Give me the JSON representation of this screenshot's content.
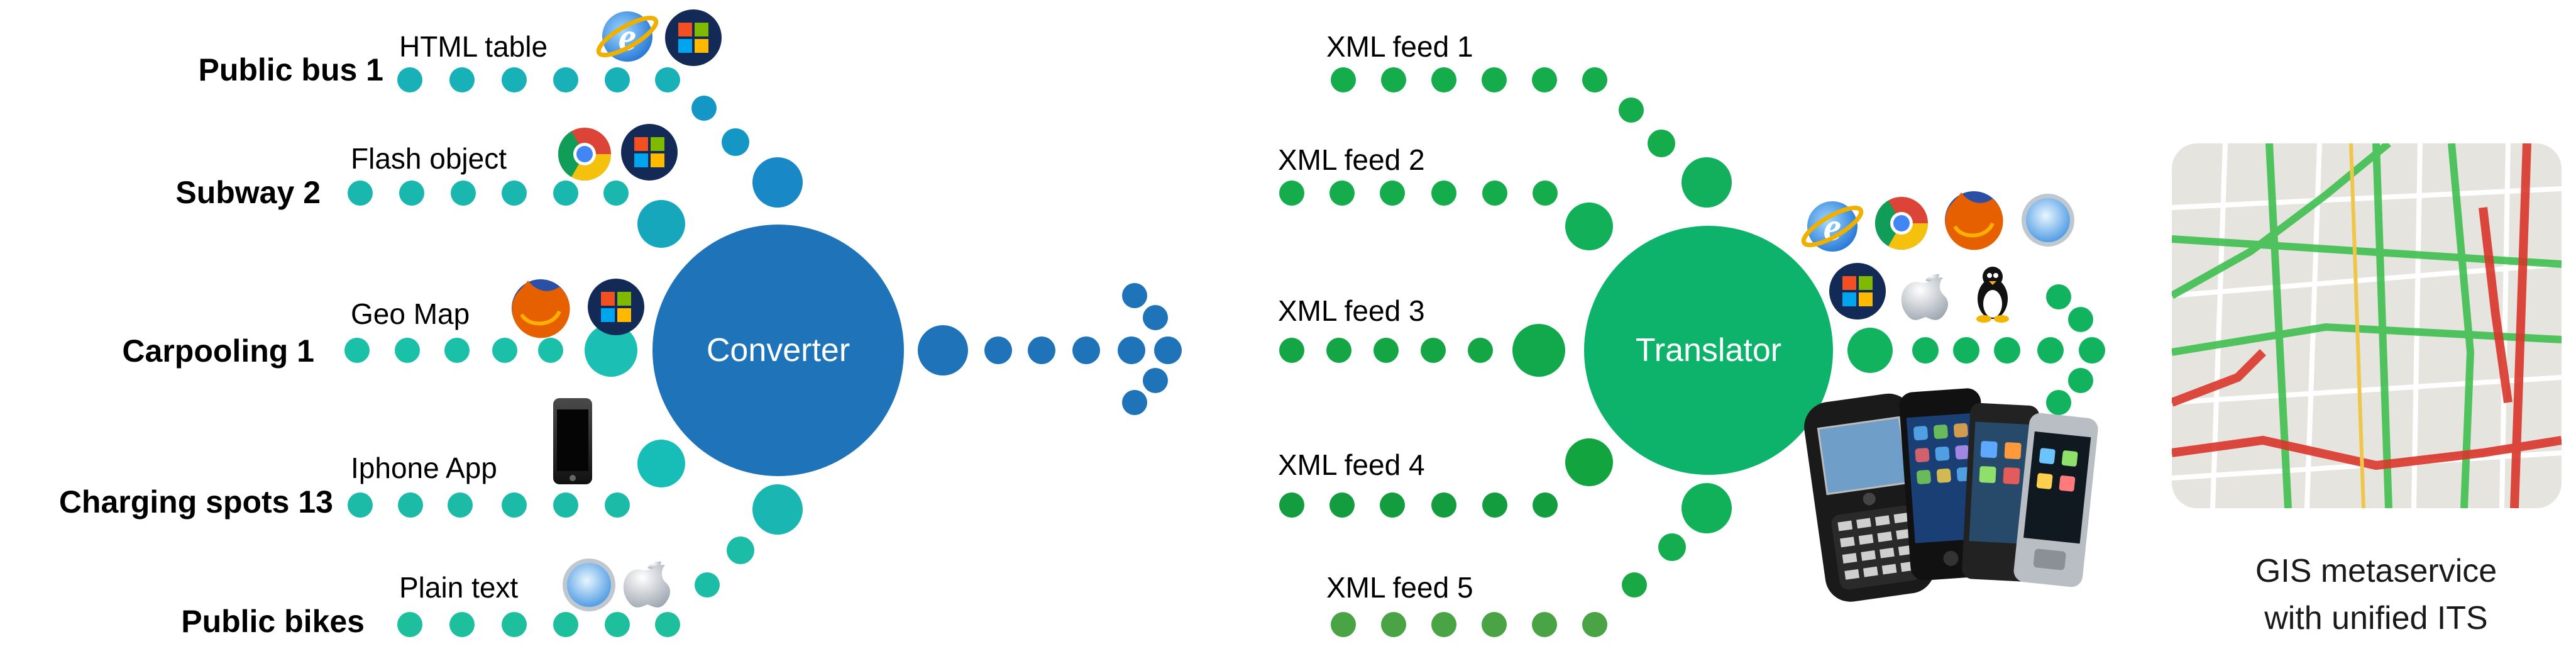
{
  "sources": [
    {
      "name": "Public bus 1",
      "format": "HTML table",
      "icons": [
        "internet-explorer-icon",
        "windows-icon"
      ]
    },
    {
      "name": "Subway 2",
      "format": "Flash object",
      "icons": [
        "chrome-icon",
        "windows-icon"
      ]
    },
    {
      "name": "Carpooling 1",
      "format": "Geo Map",
      "icons": [
        "firefox-icon",
        "windows-icon"
      ]
    },
    {
      "name": "Charging spots 13",
      "format": "Iphone App",
      "icons": [
        "iphone-icon"
      ]
    },
    {
      "name": "Public bikes",
      "format": "Plain text",
      "icons": [
        "safari-icon",
        "apple-icon"
      ]
    }
  ],
  "converter": {
    "label": "Converter",
    "color": "#1f73b8"
  },
  "translator": {
    "label": "Translator",
    "color": "#0db36b"
  },
  "feeds": [
    "XML feed 1",
    "XML feed 2",
    "XML feed 3",
    "XML feed 4",
    "XML feed 5"
  ],
  "client_icons": [
    "internet-explorer-icon",
    "chrome-icon",
    "firefox-icon",
    "safari-icon",
    "windows-icon",
    "apple-icon",
    "linux-icon",
    "mobile-phones-icon"
  ],
  "gis": {
    "caption_line1": "GIS metaservice",
    "caption_line2": "with unified ITS"
  },
  "colors": {
    "teal": "#19b3b3",
    "blue": "#1f73b8",
    "green": "#11a84f"
  }
}
